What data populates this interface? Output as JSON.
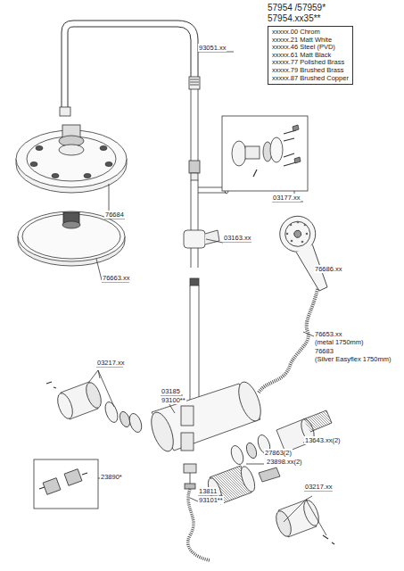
{
  "diagram": {
    "nodes": [
      {
        "text": [
          "57954 /57959*",
          "57954.xx35**",
          "xxxxx.00 Chrom",
          "xxxxx.21 Matt White",
          "xxxxx.46 Steel (PVD)",
          "xxxxx.61 Matt Black",
          "xxxxx.77 Polished Brass",
          "xxxxx.79 Brushed Brass",
          "xxxxx.87 Brushed Copper"
        ]
      }
    ],
    "labels": [
      "93051.xx",
      "76684",
      "76663.xx",
      "03177.xx",
      "03163.xx",
      "76686.xx",
      "76653.xx",
      "(metal 1750mm)",
      "76683",
      "(Silver Easyflex 1750mm)",
      "03217.xx",
      "03185",
      "93100**",
      "13643.xx(2)",
      "27863(2)",
      "23898.xx(2)",
      "23890*",
      "13811",
      "93101**",
      "03217.xx"
    ]
  }
}
